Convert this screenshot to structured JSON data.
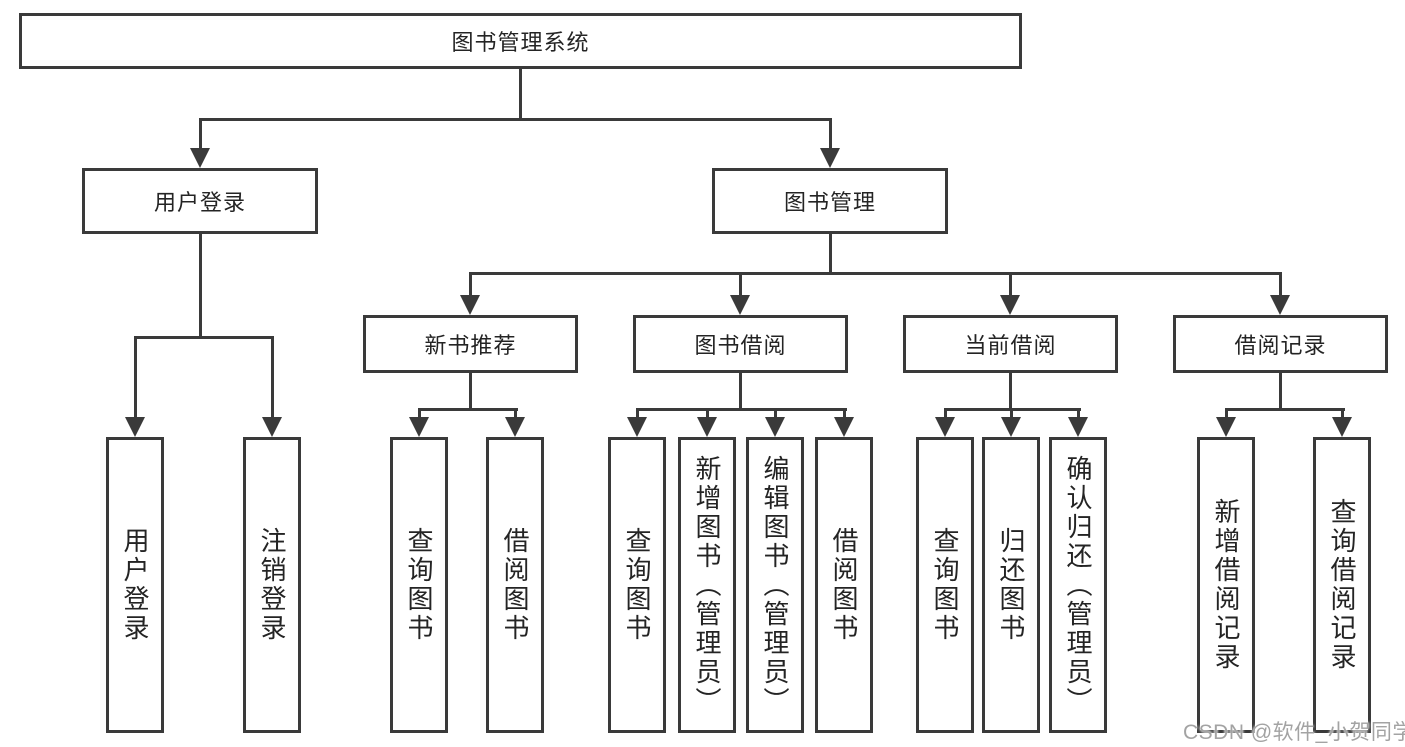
{
  "diagram": {
    "tree": {
      "label": "图书管理系统",
      "children": [
        {
          "label": "用户登录",
          "children": [
            {
              "label": "用户登录"
            },
            {
              "label": "注销登录"
            }
          ]
        },
        {
          "label": "图书管理",
          "children": [
            {
              "label": "新书推荐",
              "children": [
                {
                  "label": "查询图书"
                },
                {
                  "label": "借阅图书"
                }
              ]
            },
            {
              "label": "图书借阅",
              "children": [
                {
                  "label": "查询图书"
                },
                {
                  "label": "新增图书（管理员）"
                },
                {
                  "label": "编辑图书（管理员）"
                },
                {
                  "label": "借阅图书"
                }
              ]
            },
            {
              "label": "当前借阅",
              "children": [
                {
                  "label": "查询图书"
                },
                {
                  "label": "归还图书"
                },
                {
                  "label": "确认归还（管理员）"
                }
              ]
            },
            {
              "label": "借阅记录",
              "children": [
                {
                  "label": "新增借阅记录"
                },
                {
                  "label": "查询借阅记录"
                }
              ]
            }
          ]
        }
      ]
    },
    "colors": {
      "line": "#3a3a3a",
      "text": "#242424",
      "background": "#ffffff",
      "watermark_gray": "#a3a3a3"
    }
  },
  "watermark": {
    "text": "CSDN @软件_小贺同学"
  }
}
